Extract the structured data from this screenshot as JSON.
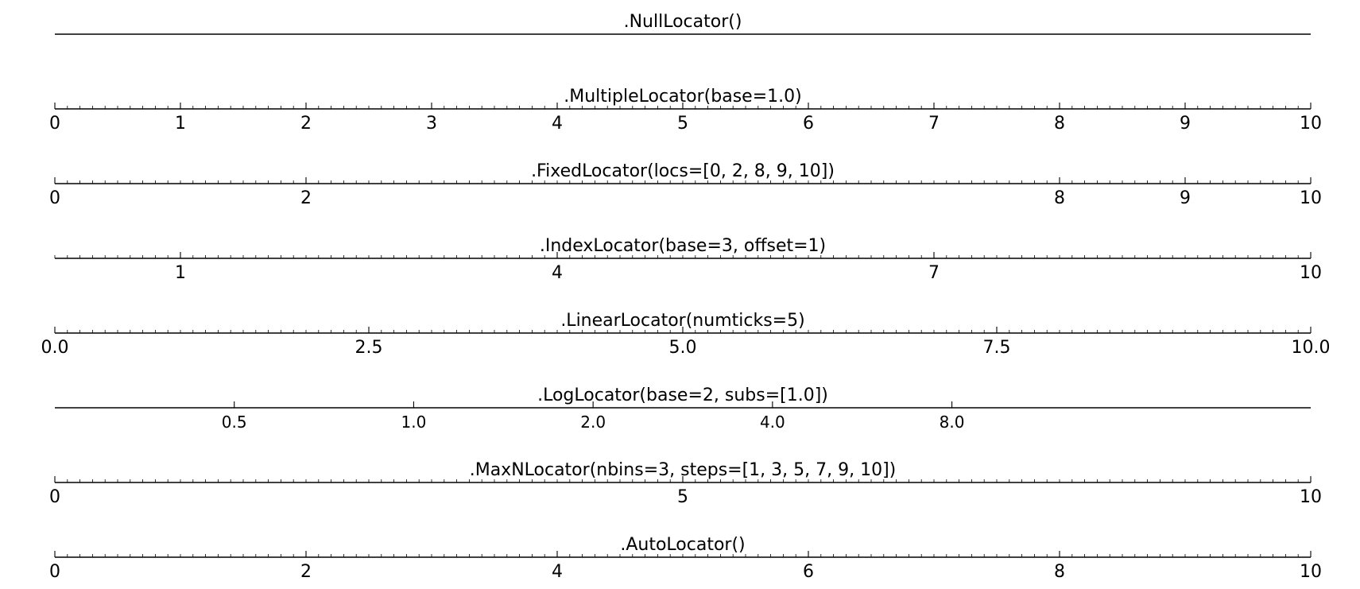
{
  "chart_data": [
    {
      "type": "axis",
      "title": ".NullLocator()",
      "scale": "linear",
      "xlim": [
        0,
        10
      ],
      "major_ticks": [],
      "minor_ticks": []
    },
    {
      "type": "axis",
      "title": ".MultipleLocator(base=1.0)",
      "scale": "linear",
      "xlim": [
        0,
        10
      ],
      "major_ticks": [
        0,
        1,
        2,
        3,
        4,
        5,
        6,
        7,
        8,
        9,
        10
      ],
      "tick_labels": [
        "0",
        "1",
        "2",
        "3",
        "4",
        "5",
        "6",
        "7",
        "8",
        "9",
        "10"
      ],
      "minor_step": 0.1
    },
    {
      "type": "axis",
      "title": ".FixedLocator(locs=[0, 2, 8, 9, 10])",
      "scale": "linear",
      "xlim": [
        0,
        10
      ],
      "major_ticks": [
        0,
        2,
        8,
        9,
        10
      ],
      "tick_labels": [
        "0",
        "2",
        "8",
        "9",
        "10"
      ],
      "minor_step": 0.1
    },
    {
      "type": "axis",
      "title": ".IndexLocator(base=3, offset=1)",
      "scale": "linear",
      "xlim": [
        0,
        10
      ],
      "major_ticks": [
        1,
        4,
        7,
        10
      ],
      "tick_labels": [
        "1",
        "4",
        "7",
        "10"
      ],
      "minor_step": 0.1
    },
    {
      "type": "axis",
      "title": ".LinearLocator(numticks=5)",
      "scale": "linear",
      "xlim": [
        0,
        10
      ],
      "major_ticks": [
        0,
        2.5,
        5,
        7.5,
        10
      ],
      "tick_labels": [
        "0.0",
        "2.5",
        "5.0",
        "7.5",
        "10.0"
      ],
      "minor_step": 0.1
    },
    {
      "type": "axis",
      "title": ".LogLocator(base=2, subs=[1.0])",
      "scale": "log",
      "log_base": 2,
      "xlim": [
        0.25,
        32
      ],
      "major_ticks": [
        0.5,
        1,
        2,
        4,
        8
      ],
      "tick_labels": [
        "0.5",
        "1.0",
        "2.0",
        "4.0",
        "8.0"
      ],
      "minor_step": null
    },
    {
      "type": "axis",
      "title": ".MaxNLocator(nbins=3, steps=[1, 3, 5, 7, 9, 10])",
      "scale": "linear",
      "xlim": [
        0,
        10
      ],
      "major_ticks": [
        0,
        5,
        10
      ],
      "tick_labels": [
        "0",
        "5",
        "10"
      ],
      "minor_step": 0.1
    },
    {
      "type": "axis",
      "title": ".AutoLocator()",
      "scale": "linear",
      "xlim": [
        0,
        10
      ],
      "major_ticks": [
        0,
        2,
        4,
        6,
        8,
        10
      ],
      "tick_labels": [
        "0",
        "2",
        "4",
        "6",
        "8",
        "10"
      ],
      "minor_step": 0.1
    }
  ]
}
